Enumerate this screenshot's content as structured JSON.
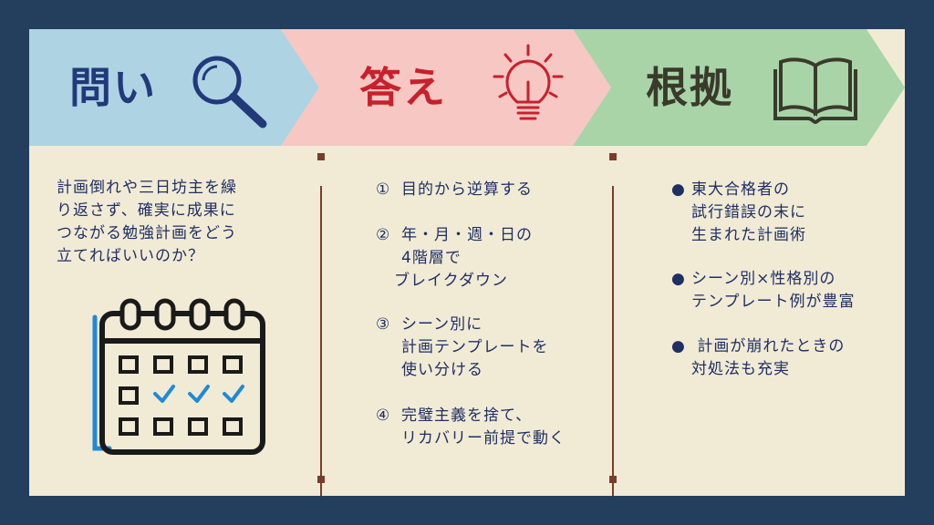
{
  "headers": {
    "question": "問い",
    "answer": "答え",
    "basis": "根拠"
  },
  "colors": {
    "background": "#243f5e",
    "panel": "#f1ebd6",
    "question_band": "#aed3e3",
    "answer_band": "#f6c7c3",
    "basis_band": "#a8d4a8",
    "question_title": "#22397a",
    "answer_title": "#c8202c",
    "basis_title": "#3a3a2c",
    "divider": "#7a3d2c"
  },
  "icons": {
    "question": "magnifier-icon",
    "answer": "lightbulb-icon",
    "basis": "open-book-icon",
    "calendar": "calendar-checklist-icon"
  },
  "question": {
    "lines": [
      "計画倒れや三日坊主を繰",
      "り返さず、確実に成果に",
      "つながる勉強計画をどう",
      "立てればいいのか？"
    ]
  },
  "answers": [
    {
      "num": "①",
      "lines": [
        "目的から逆算する"
      ]
    },
    {
      "num": "②",
      "lines": [
        "年・月・週・日の",
        " 4階層で",
        "ブレイクダウン"
      ]
    },
    {
      "num": "③",
      "lines": [
        "シーン別に",
        "計画テンプレートを",
        "使い分ける"
      ]
    },
    {
      "num": "④",
      "lines": [
        "完璧主義を捨て、",
        "リカバリー前提で動く"
      ]
    }
  ],
  "reasons": [
    {
      "bullet": "●",
      "lines": [
        "東大合格者の",
        "試行錯誤の末に",
        "生まれた計画術"
      ]
    },
    {
      "bullet": "●",
      "lines": [
        "シーン別×性格別の",
        "テンプレート例が豊富"
      ]
    },
    {
      "bullet": "●",
      "lines": [
        " 計画が崩れたときの",
        "対処法も充実"
      ]
    }
  ]
}
